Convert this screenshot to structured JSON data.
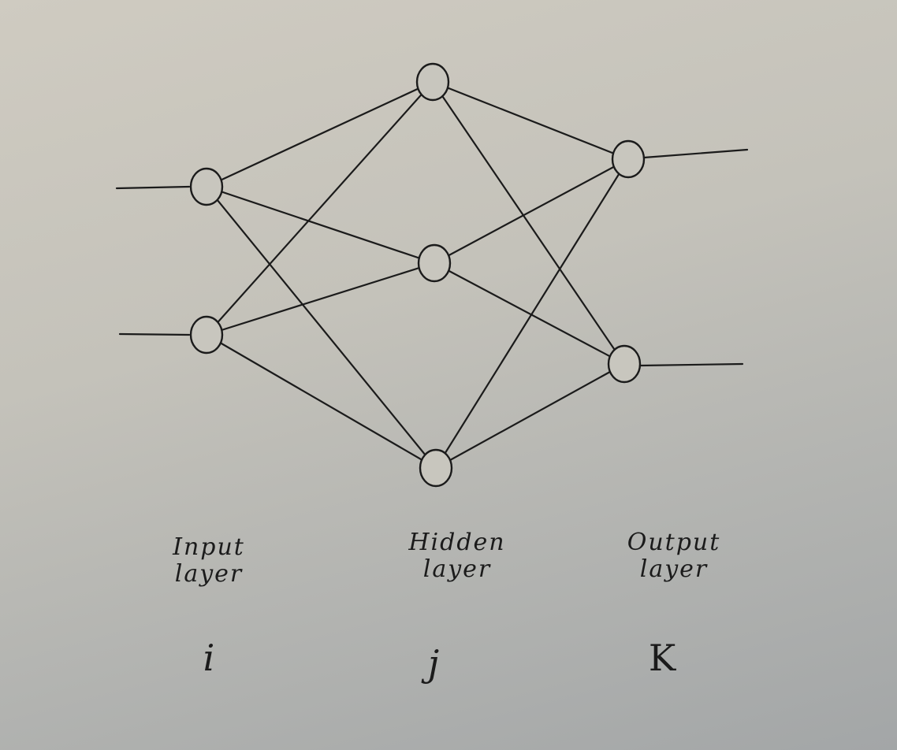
{
  "diagram": {
    "type": "neural-network",
    "layers": [
      {
        "id": "input",
        "line1": "Input",
        "line2": "layer",
        "index": "i",
        "nodes": 2
      },
      {
        "id": "hidden",
        "line1": "Hidden",
        "line2": "layer",
        "index": "j",
        "nodes": 3
      },
      {
        "id": "output",
        "line1": "Output",
        "line2": "layer",
        "index": "K",
        "nodes": 2
      }
    ],
    "connectivity": "fully-connected",
    "ink_color": "#1b1b1b"
  }
}
